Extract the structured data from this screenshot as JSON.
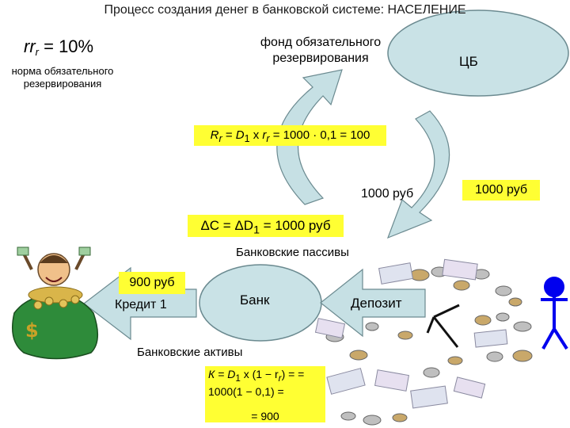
{
  "title": "Процесс создания денег в банковской системе: НАСЕЛЕНИЕ",
  "rr": {
    "symbol": "rr",
    "subscript": "r",
    "value": " = 10%"
  },
  "rr_caption": "норма обязательного резервирования",
  "fund_label": "фонд обязательного резервирования",
  "cb_label": "ЦБ",
  "reserve_formula": {
    "lhs": "R",
    "lhs_sub": "r",
    "eq": " = ",
    "d": "D",
    "d_sub": "1",
    "times": " x ",
    "r": "r",
    "r_sub": "r",
    "rhs": " = 1000 · 0,1 = 100"
  },
  "amount_inside": "1000 руб",
  "amount_cb": "1000 руб",
  "delta_formula": {
    "lhs": "ΔC = ΔD",
    "sub": "1",
    "rhs": " = 1000 руб"
  },
  "bank_liabilities": "Банковские пассивы",
  "loan_amount": "900 руб",
  "credit_label": "Кредит 1",
  "bank_label": "Банк",
  "deposit_label": "Депозит",
  "bank_assets": "Банковские активы",
  "credit_formula": {
    "k": "К = D",
    "k_sub": "1",
    "mid": " х (1 − r",
    "r_sub": "r",
    "end": ") = =",
    "line2": "1000(1 − 0,1) =",
    "line3": "= 900"
  },
  "colors": {
    "arrow_fill": "#c6e0e4",
    "arrow_stroke": "#6b8a90",
    "ellipse_fill": "#c9e2e6",
    "highlight": "#ffff33",
    "person": "#0000ee",
    "money_bag": "#2e8b3a"
  },
  "icons": [
    "money-bag-icon",
    "person-icon",
    "coins-icon",
    "banknotes-icon",
    "clock-icon"
  ]
}
